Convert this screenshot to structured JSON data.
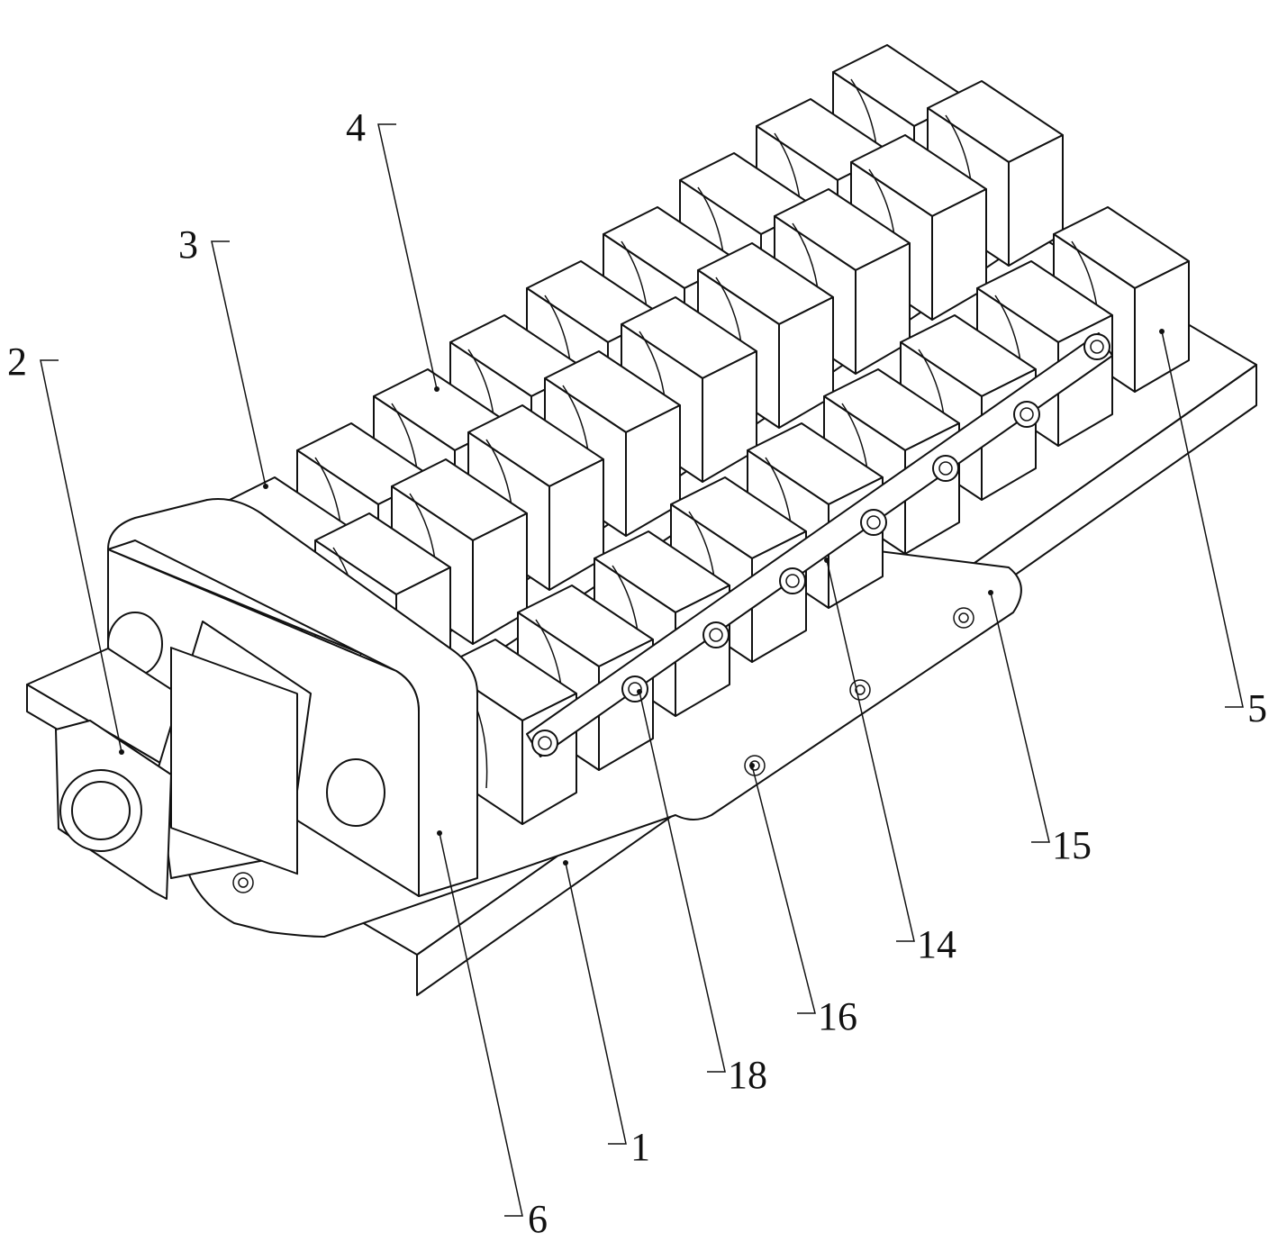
{
  "figure": {
    "labels": [
      {
        "id": "label-2",
        "text": "2"
      },
      {
        "id": "label-3",
        "text": "3"
      },
      {
        "id": "label-4",
        "text": "4"
      },
      {
        "id": "label-5",
        "text": "5"
      },
      {
        "id": "label-6",
        "text": "6"
      },
      {
        "id": "label-1",
        "text": "1"
      },
      {
        "id": "label-18",
        "text": "18"
      },
      {
        "id": "label-16",
        "text": "16"
      },
      {
        "id": "label-14",
        "text": "14"
      },
      {
        "id": "label-15",
        "text": "15"
      }
    ]
  }
}
